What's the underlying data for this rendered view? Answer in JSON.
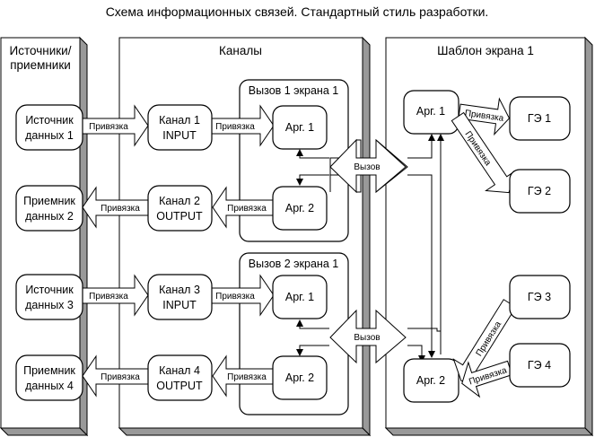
{
  "title": "Схема информационных связей. Стандартный стиль разработки.",
  "panels": {
    "sources": {
      "title_line1": "Источники/",
      "title_line2": "приемники"
    },
    "channels": {
      "title": "Каналы"
    },
    "template": {
      "title": "Шаблон экрана 1"
    }
  },
  "sources": [
    {
      "line1": "Источник",
      "line2": "данных 1"
    },
    {
      "line1": "Приемник",
      "line2": "данных 2"
    },
    {
      "line1": "Источник",
      "line2": "данных 3"
    },
    {
      "line1": "Приемник",
      "line2": "данных 4"
    }
  ],
  "channels": [
    {
      "line1": "Канал 1",
      "line2": "INPUT"
    },
    {
      "line1": "Канал 2",
      "line2": "OUTPUT"
    },
    {
      "line1": "Канал 3",
      "line2": "INPUT"
    },
    {
      "line1": "Канал 4",
      "line2": "OUTPUT"
    }
  ],
  "calls": [
    {
      "title": "Вызов 1 экрана 1",
      "arg1": "Арг. 1",
      "arg2": "Арг. 2"
    },
    {
      "title": "Вызов 2 экрана 1",
      "arg1": "Арг. 1",
      "arg2": "Арг. 2"
    }
  ],
  "template_args": {
    "arg1": "Арг. 1",
    "arg2": "Арг. 2"
  },
  "graphic_elements": [
    "ГЭ 1",
    "ГЭ 2",
    "ГЭ 3",
    "ГЭ 4"
  ],
  "labels": {
    "binding": "Привязка",
    "call": "Вызов"
  }
}
